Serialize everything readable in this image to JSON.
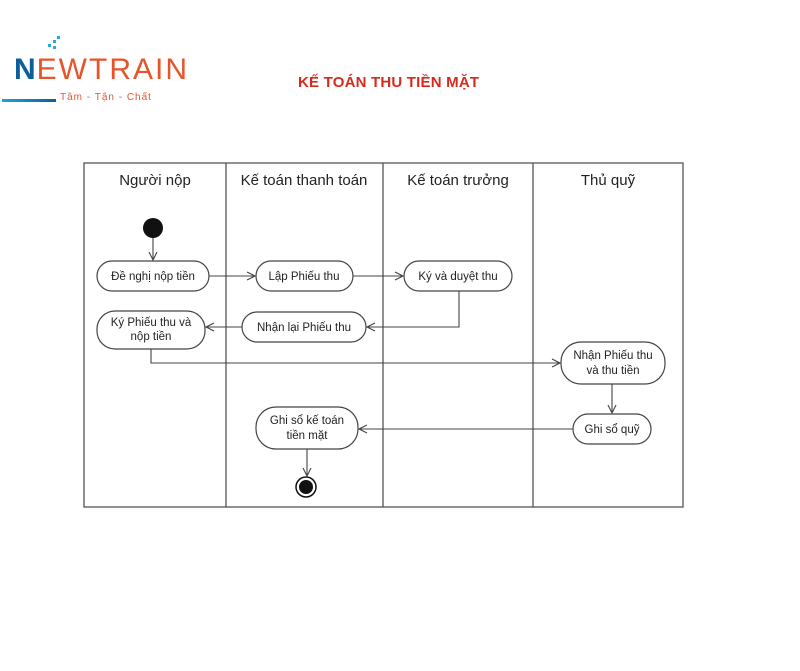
{
  "logo": {
    "first_letter": "N",
    "rest": "EWTRAIN",
    "tagline": "Tâm - Tận - Chất"
  },
  "title": "KẾ TOÁN THU TIỀN MẶT",
  "lanes": {
    "payer": "Người nộp",
    "payment_accountant": "Kế toán thanh toán",
    "chief_accountant": "Kế toán trưởng",
    "cashier": "Thủ quỹ"
  },
  "nodes": {
    "request_payment": "Đề nghị nộp tiền",
    "create_receipt": "Lập Phiếu thu",
    "sign_approve": "Ký và duyệt thu",
    "receive_receipt_back": "Nhận lại Phiếu thu",
    "sign_and_pay": [
      "Ký Phiếu thu và",
      "nộp tiền"
    ],
    "receive_and_collect": [
      "Nhận Phiếu thu",
      "và thu tiền"
    ],
    "record_cash_book": "Ghi sổ quỹ",
    "record_ledger": [
      "Ghi sổ kế toán",
      "tiền mặt"
    ]
  },
  "colors": {
    "title": "#d62a1e",
    "logo_blue": "#0e5e9c",
    "logo_orange": "#e8542a",
    "line": "#444444"
  }
}
